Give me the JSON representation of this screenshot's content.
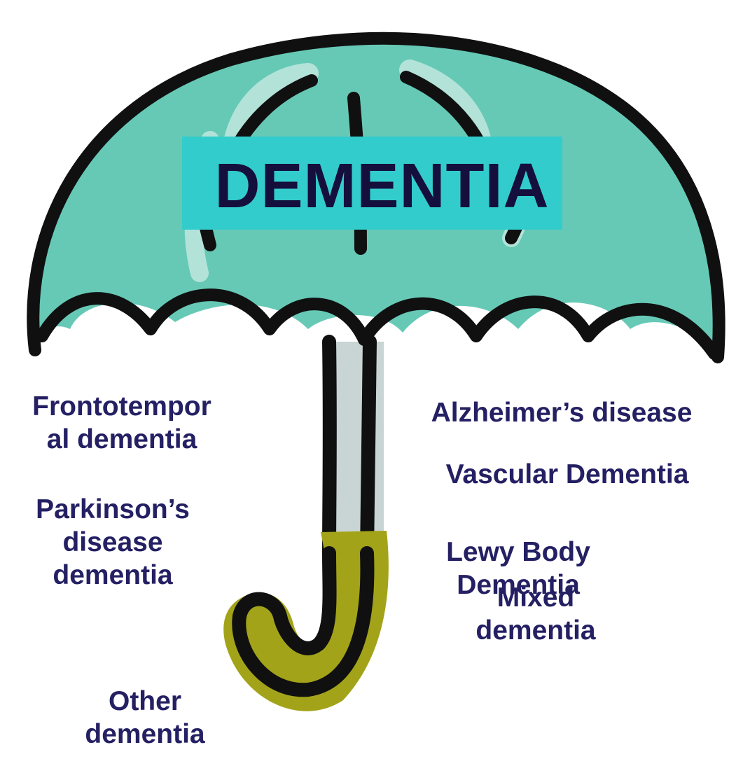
{
  "title": "DEMENTIA",
  "colors": {
    "canopy": "#66c9b6",
    "canopy_highlight": "#b3e3d8",
    "title_box": "#33cccc",
    "title_text": "#140f3c",
    "shaft": "#c9d4d4",
    "handle": "#a3a31a",
    "outline": "#101010",
    "label_text": "#242063"
  },
  "left_labels": [
    {
      "lines": [
        "Frontotempor",
        "al dementia"
      ]
    },
    {
      "lines": [
        "Parkinson’s",
        "disease",
        "dementia"
      ]
    },
    {
      "lines": [
        "Other",
        "dementia"
      ]
    }
  ],
  "right_labels": [
    {
      "lines": [
        "Alzheimer’s disease"
      ]
    },
    {
      "lines": [
        "Vascular Dementia"
      ]
    },
    {
      "lines": [
        "Lewy Body",
        "Dementia"
      ]
    },
    {
      "lines": [
        "Mixed",
        "dementia"
      ]
    }
  ]
}
